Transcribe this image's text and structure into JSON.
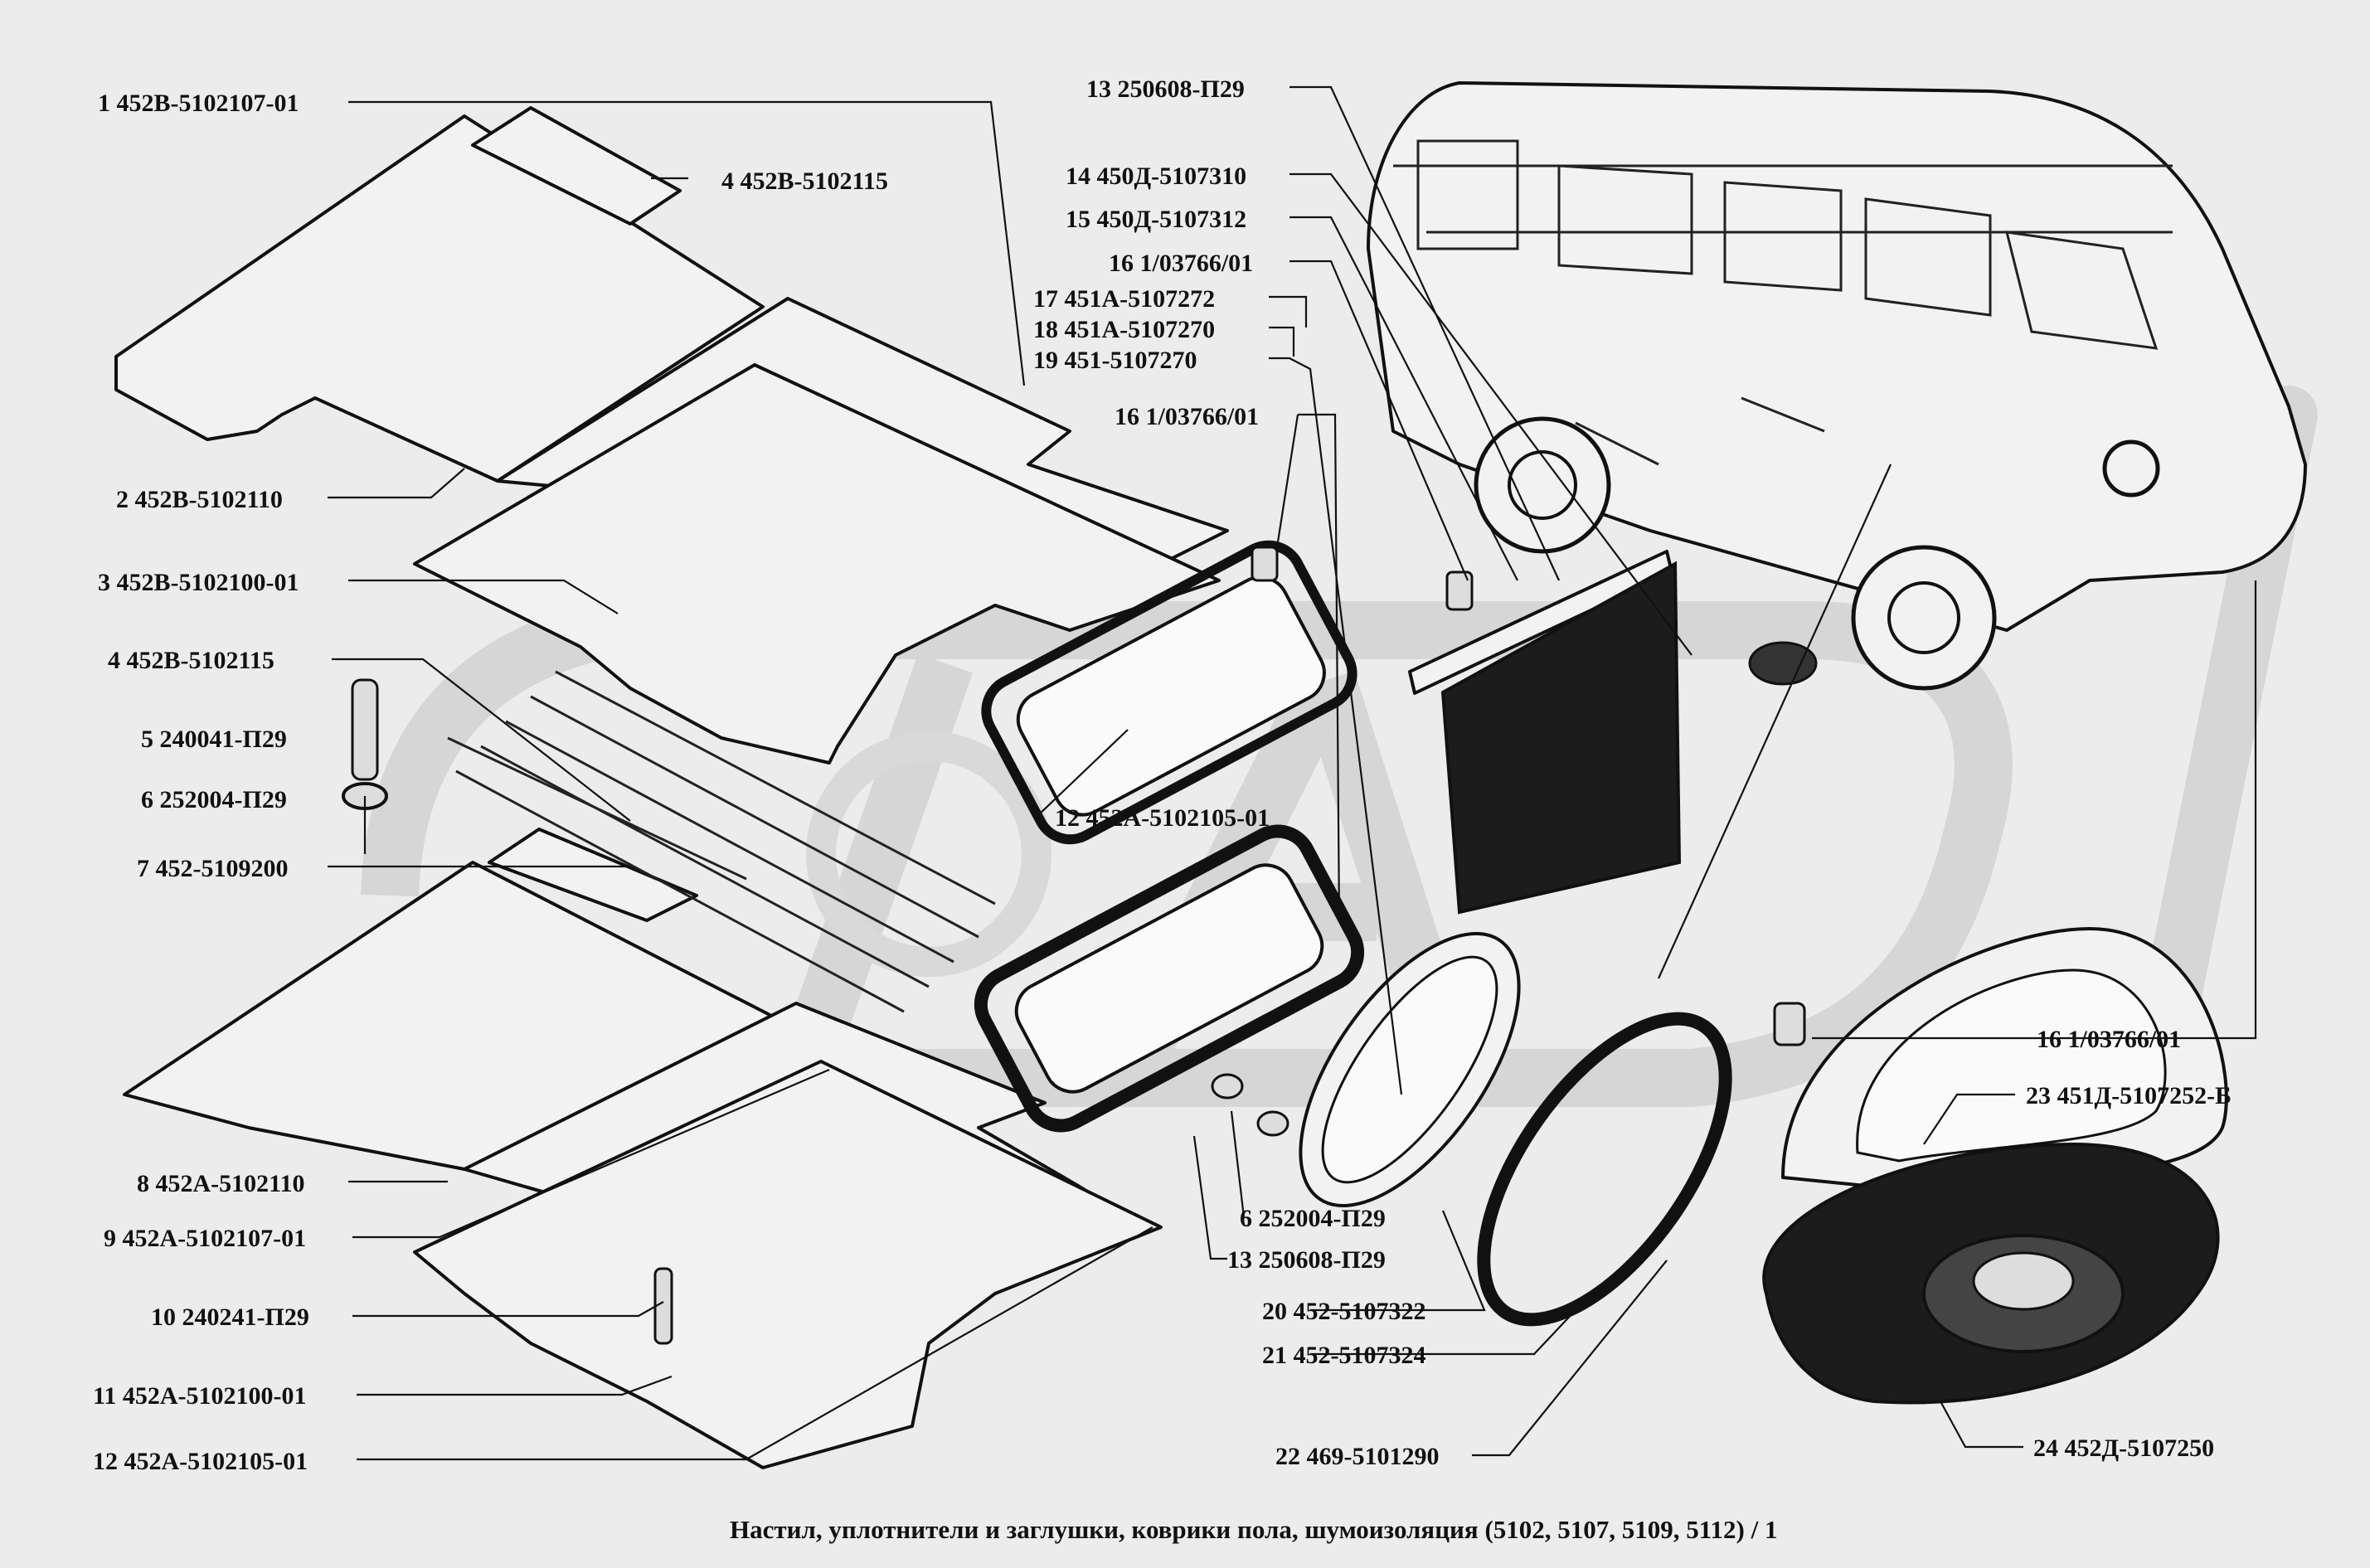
{
  "diagram": {
    "caption": "Настил, уплотнители и заглушки, коврики пола, шумоизоляция (5102, 5107, 5109, 5112) / 1",
    "watermark": "ОРА",
    "callouts": [
      {
        "id": "c1",
        "text": "1  452В-5102107-01"
      },
      {
        "id": "c2",
        "text": "4  452В-5102115"
      },
      {
        "id": "c3",
        "text": "2  452В-5102110"
      },
      {
        "id": "c4",
        "text": "3  452В-5102100-01"
      },
      {
        "id": "c5",
        "text": "4  452В-5102115"
      },
      {
        "id": "c6",
        "text": "5  240041-П29"
      },
      {
        "id": "c7",
        "text": "6  252004-П29"
      },
      {
        "id": "c8",
        "text": "7  452-5109200"
      },
      {
        "id": "c9",
        "text": "8  452А-5102110"
      },
      {
        "id": "c10",
        "text": "9  452А-5102107-01"
      },
      {
        "id": "c11",
        "text": "10  240241-П29"
      },
      {
        "id": "c12",
        "text": "11  452А-5102100-01"
      },
      {
        "id": "c13",
        "text": "12  452А-5102105-01"
      },
      {
        "id": "c14",
        "text": "13  250608-П29"
      },
      {
        "id": "c15",
        "text": "14  450Д-5107310"
      },
      {
        "id": "c16",
        "text": "15  450Д-5107312"
      },
      {
        "id": "c17",
        "text": "16  1/03766/01"
      },
      {
        "id": "c18",
        "text": "17  451А-5107272"
      },
      {
        "id": "c19",
        "text": "18  451А-5107270"
      },
      {
        "id": "c20",
        "text": "19  451-5107270"
      },
      {
        "id": "c21",
        "text": "16  1/03766/01"
      },
      {
        "id": "c22",
        "text": "12  452А-5102105-01"
      },
      {
        "id": "c23",
        "text": "16  1/03766/01"
      },
      {
        "id": "c24",
        "text": "23  451Д-5107252-Б"
      },
      {
        "id": "c25",
        "text": "6  252004-П29"
      },
      {
        "id": "c26",
        "text": "13  250608-П29"
      },
      {
        "id": "c27",
        "text": "20  452-5107322"
      },
      {
        "id": "c28",
        "text": "21  452-5107324"
      },
      {
        "id": "c29",
        "text": "24  452Д-5107250"
      },
      {
        "id": "c30",
        "text": "22 469-5101290"
      }
    ]
  }
}
